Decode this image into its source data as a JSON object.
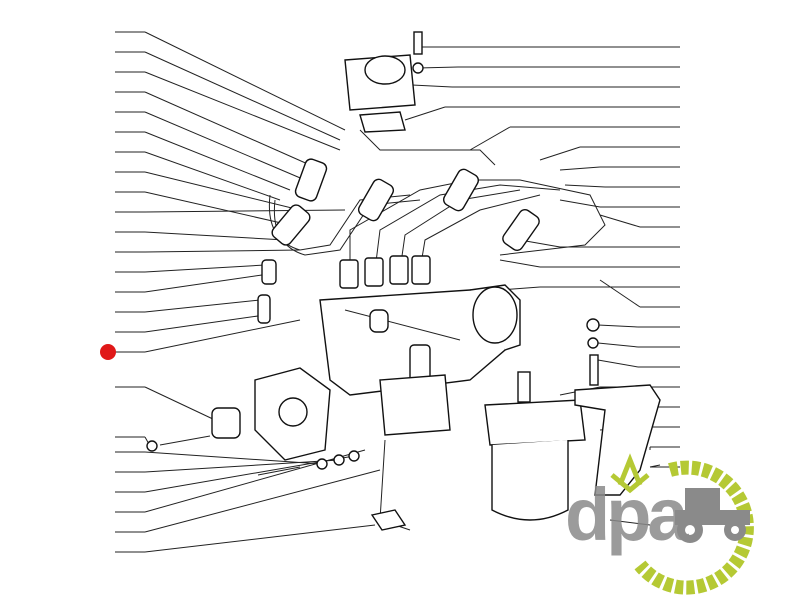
{
  "diagram": {
    "type": "exploded-parts-diagram",
    "subject": "fuel-injection-pump-assembly",
    "left_callouts": 25,
    "right_callouts": 22,
    "selected_callout_color": "#e01818"
  },
  "watermark": {
    "logo_text": "dpa",
    "gear_color": "#b5c934",
    "text_color": "#8a8a8a"
  }
}
